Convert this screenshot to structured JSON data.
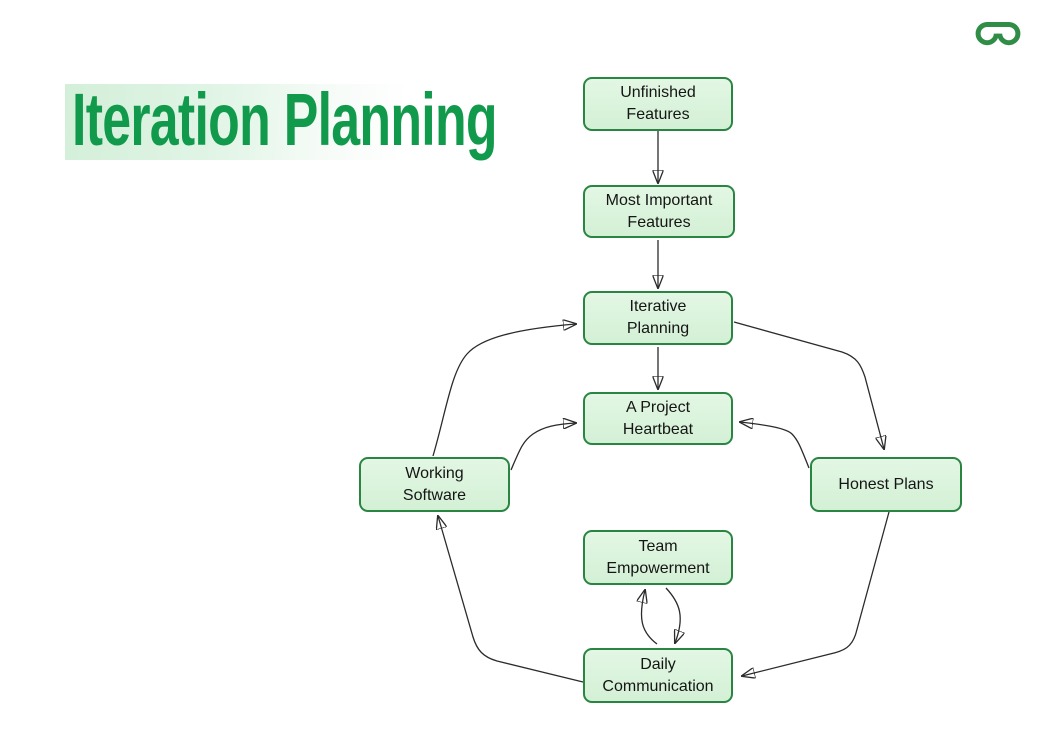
{
  "header": {
    "title": "Iteration Planning",
    "title_color": "#129a4c",
    "highlight_color": "#d3efd9"
  },
  "logo": {
    "brand_color": "#2f8d46"
  },
  "diagram": {
    "colors": {
      "node_fill": "#d9f2da",
      "node_border": "#2a8542",
      "arrow": "#2b2b2b",
      "text": "#151515"
    },
    "nodes": [
      {
        "id": "unfinished-features",
        "line1": "Unfinished",
        "line2": "Features"
      },
      {
        "id": "most-important-features",
        "line1": "Most Important",
        "line2": "Features"
      },
      {
        "id": "iterative-planning",
        "line1": "Iterative",
        "line2": "Planning"
      },
      {
        "id": "a-project-heartbeat",
        "line1": "A Project",
        "line2": "Heartbeat"
      },
      {
        "id": "working-software",
        "line1": "Working",
        "line2": "Software"
      },
      {
        "id": "honest-plans",
        "line1": "Honest Plans"
      },
      {
        "id": "team-empowerment",
        "line1": "Team",
        "line2": "Empowerment"
      },
      {
        "id": "daily-communication",
        "line1": "Daily",
        "line2": "Communication"
      }
    ],
    "edges": [
      {
        "from": "unfinished-features",
        "to": "most-important-features"
      },
      {
        "from": "most-important-features",
        "to": "iterative-planning"
      },
      {
        "from": "iterative-planning",
        "to": "a-project-heartbeat"
      },
      {
        "from": "working-software",
        "to": "iterative-planning"
      },
      {
        "from": "working-software",
        "to": "a-project-heartbeat"
      },
      {
        "from": "iterative-planning",
        "to": "honest-plans"
      },
      {
        "from": "honest-plans",
        "to": "a-project-heartbeat"
      },
      {
        "from": "honest-plans",
        "to": "daily-communication"
      },
      {
        "from": "daily-communication",
        "to": "working-software"
      },
      {
        "from": "daily-communication",
        "to": "team-empowerment"
      },
      {
        "from": "team-empowerment",
        "to": "daily-communication"
      }
    ]
  }
}
